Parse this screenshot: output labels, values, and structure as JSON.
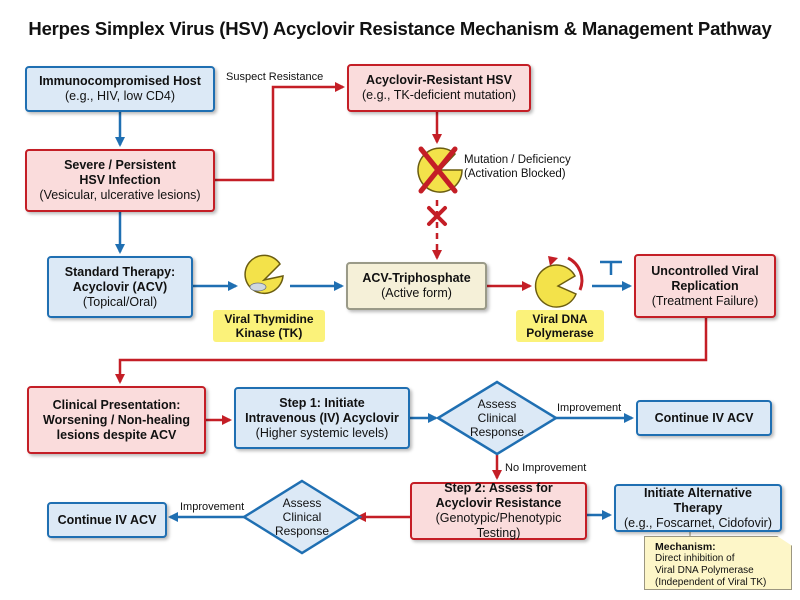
{
  "title": "Herpes Simplex Virus (HSV) Acyclovir Resistance Mechanism & Management Pathway",
  "nodes": {
    "immuno": {
      "title": "Immunocompromised Host",
      "sub": "(e.g., HIV, low CD4)"
    },
    "resistant": {
      "title": "Acyclovir-Resistant HSV",
      "sub": "(e.g., TK-deficient mutation)"
    },
    "severe": {
      "title_1": "Severe / Persistent",
      "title_2": "HSV Infection",
      "sub": "(Vesicular, ulcerative lesions)"
    },
    "standard": {
      "title_1": "Standard Therapy:",
      "title_2": "Acyclovir (ACV)",
      "sub": "(Topical/Oral)"
    },
    "acv_tp": {
      "title": "ACV-Triphosphate",
      "sub": "(Active form)"
    },
    "uncontrolled": {
      "title_1": "Uncontrolled Viral",
      "title_2": "Replication",
      "sub": "(Treatment Failure)"
    },
    "clinical": {
      "line_1": "Clinical Presentation:",
      "line_2": "Worsening / Non-healing",
      "line_3": "lesions despite ACV"
    },
    "step1": {
      "title_1": "Step 1: Initiate",
      "title_2": "Intravenous (IV) Acyclovir",
      "sub": "(Higher systemic levels)"
    },
    "continue_1": {
      "title": "Continue IV ACV"
    },
    "step2": {
      "title_1": "Step 2: Assess for",
      "title_2": "Acyclovir Resistance",
      "sub": "(Genotypic/Phenotypic Testing)"
    },
    "alternative": {
      "title": "Initiate Alternative Therapy",
      "sub": "(e.g., Foscarnet, Cidofovir)"
    },
    "continue_2": {
      "title": "Continue IV ACV"
    }
  },
  "enzymes": {
    "tk": {
      "line_1": "Viral Thymidine",
      "line_2": "Kinase (TK)"
    },
    "polymerase": {
      "line_1": "Viral DNA",
      "line_2": "Polymerase"
    }
  },
  "decisions": {
    "assess_1": {
      "line_1": "Assess",
      "line_2": "Clinical",
      "line_3": "Response"
    },
    "assess_2": {
      "line_1": "Assess",
      "line_2": "Clinical",
      "line_3": "Response"
    }
  },
  "edge_labels": {
    "suspect": "Suspect Resistance",
    "mutation_1": "Mutation / Deficiency",
    "mutation_2": "(Activation Blocked)",
    "improvement_1": "Improvement",
    "no_improvement": "No Improvement",
    "improvement_2": "Improvement"
  },
  "note": {
    "title": "Mechanism:",
    "line_1": "Direct inhibition of",
    "line_2": "Viral DNA Polymerase",
    "line_3": "(Independent of Viral TK)"
  },
  "colors": {
    "blue": "#1f6fb2",
    "red": "#c41e26",
    "blue_fill": "#dce9f6",
    "red_fill": "#fadcdc",
    "yellow": "#fbf27a",
    "beige": "#f5f0d8"
  }
}
